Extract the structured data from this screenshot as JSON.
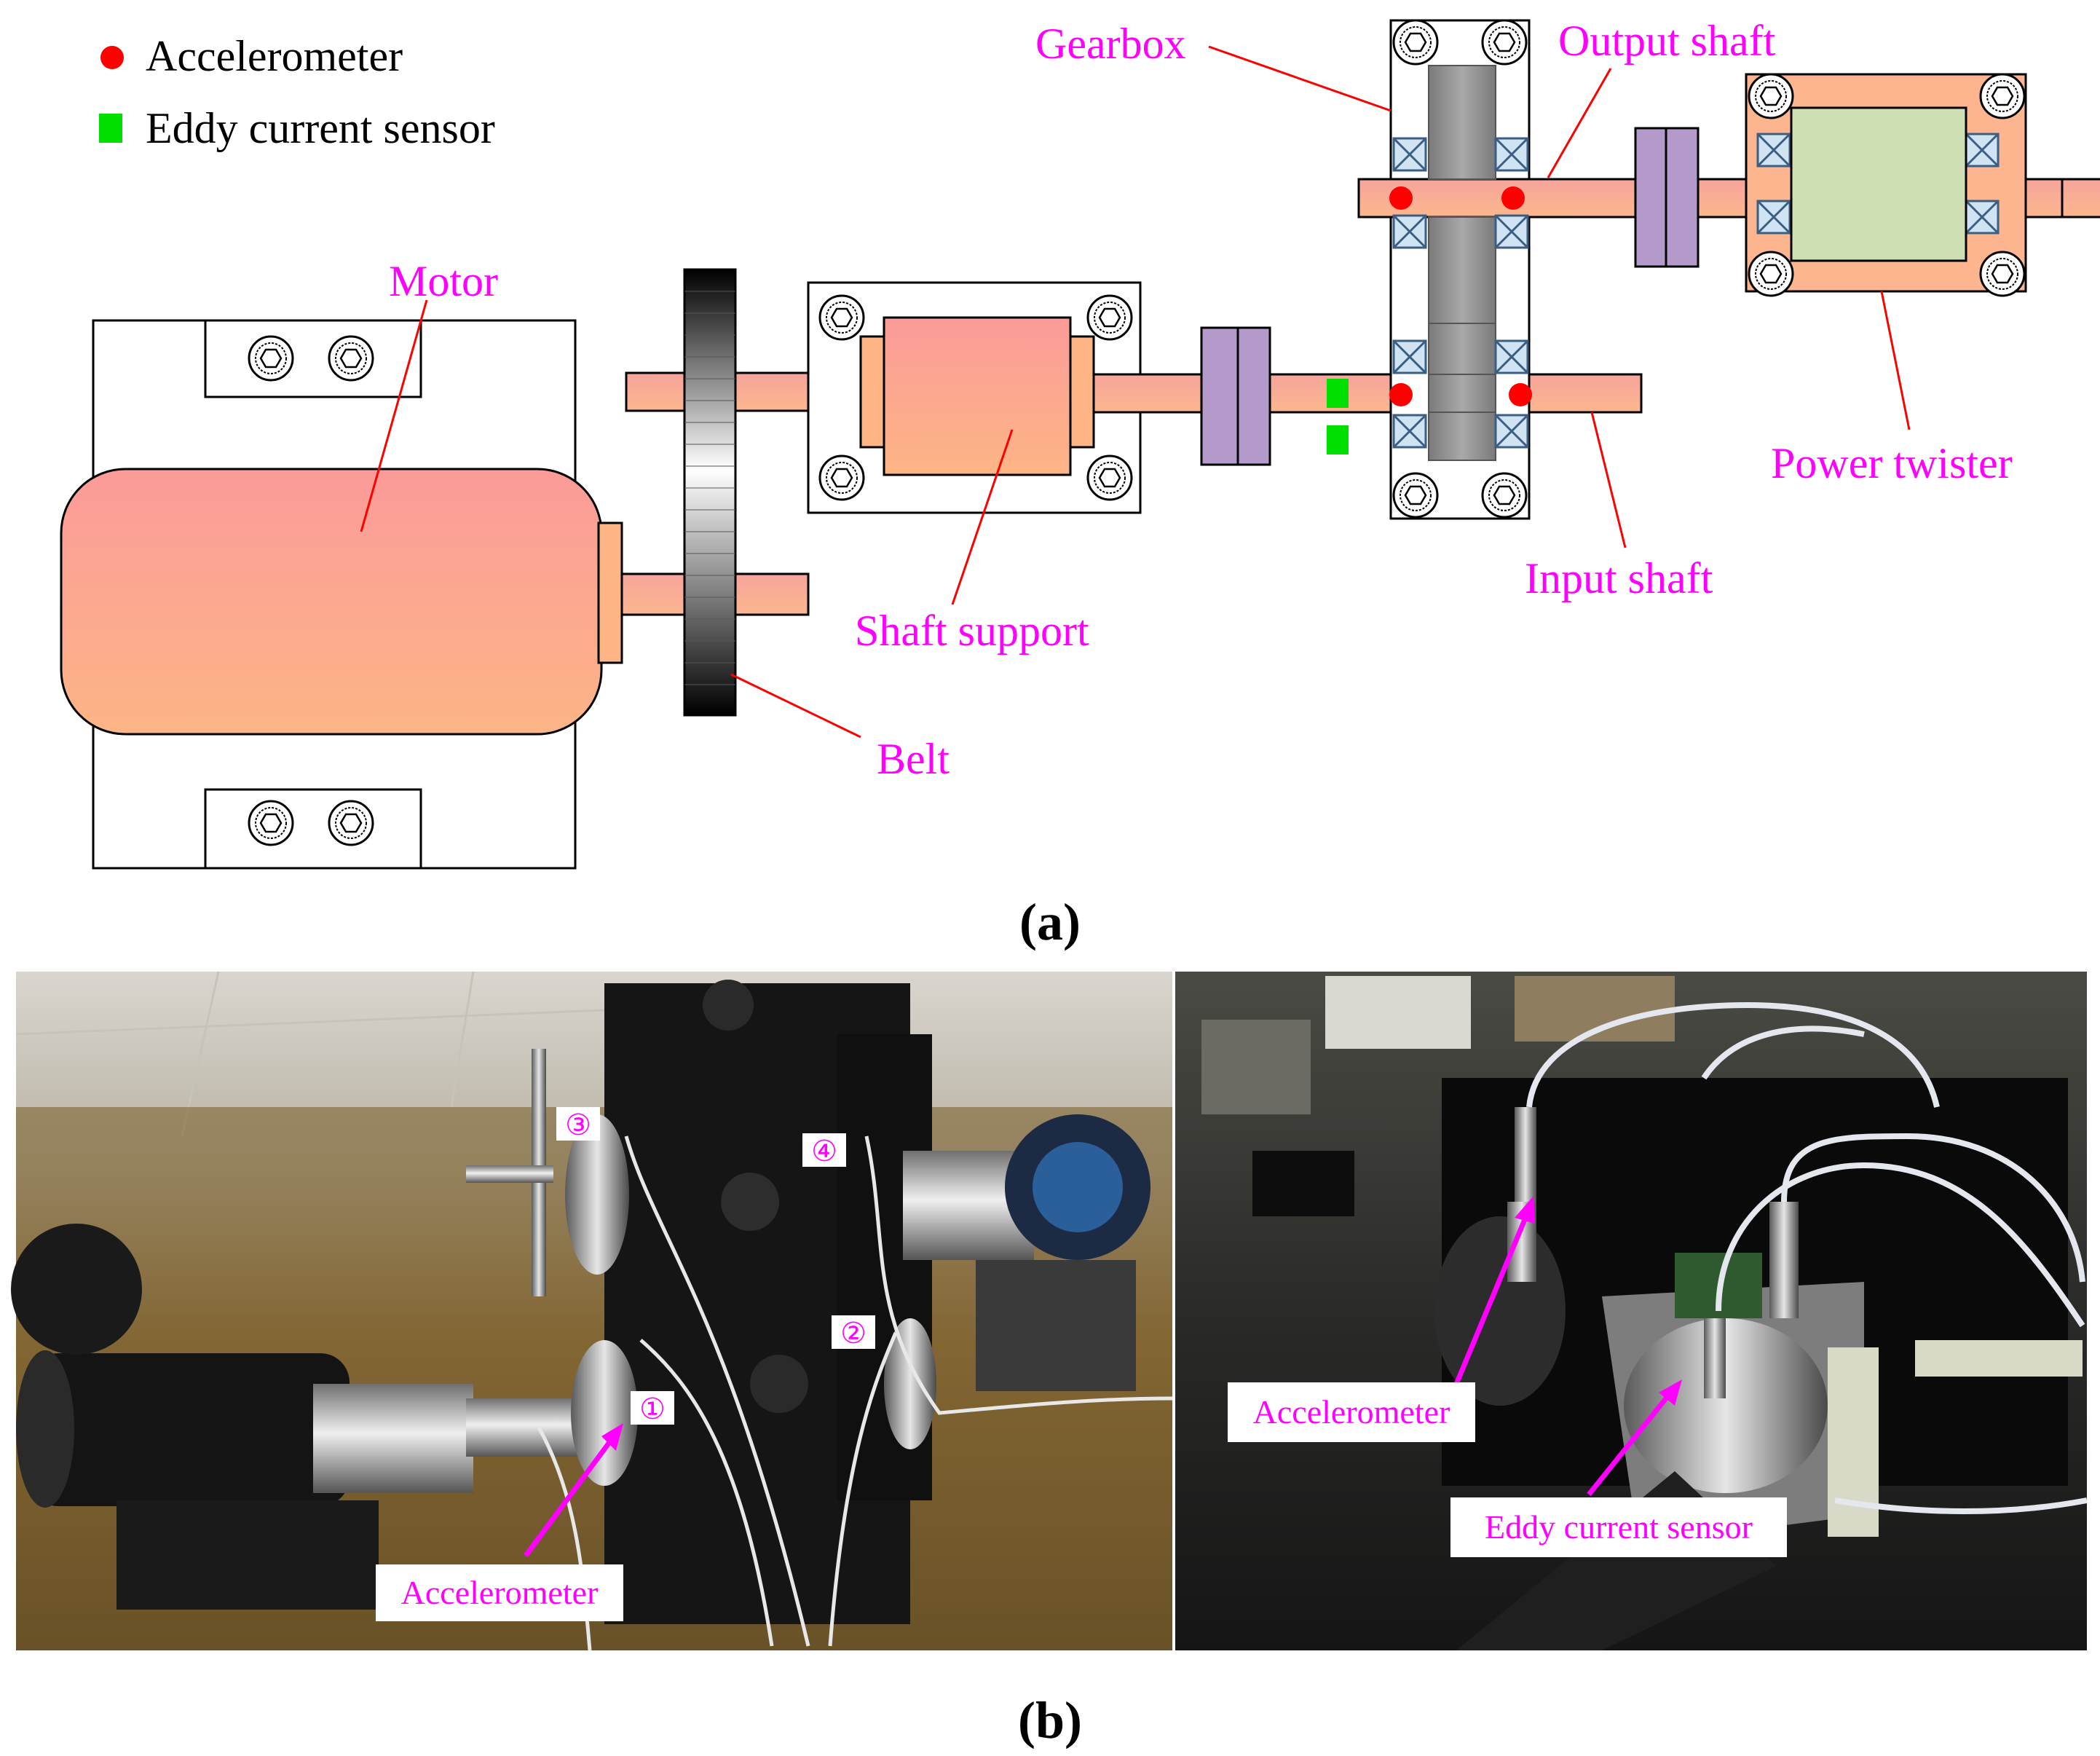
{
  "legend": {
    "accelerometer": "Accelerometer",
    "eddy": "Eddy current sensor"
  },
  "labels": {
    "motor": "Motor",
    "belt": "Belt",
    "shaft_support": "Shaft support",
    "gearbox": "Gearbox",
    "output_shaft": "Output shaft",
    "power_twister": "Power twister",
    "input_shaft": "Input shaft"
  },
  "captions": {
    "a": "(a)",
    "b": "(b)"
  },
  "photo_left": {
    "accelerometer_label": "Accelerometer",
    "markers": [
      "③",
      "④",
      "②",
      "①"
    ]
  },
  "photo_right": {
    "accelerometer_label": "Accelerometer",
    "eddy_label": "Eddy current sensor"
  },
  "colors": {
    "label_magenta": "#ff00ff",
    "accelerometer_red": "#ff0000",
    "eddy_green": "#00e000",
    "shaft_salmon": "#f7a98a",
    "coupling_purple": "#b39acb",
    "gear_gray": "#8f8f8f",
    "twister_green": "#cfe0b4",
    "twister_orange": "#fdb58f",
    "bearing_blue": "#cfe3f3",
    "callout_line_red": "#ff0000"
  }
}
